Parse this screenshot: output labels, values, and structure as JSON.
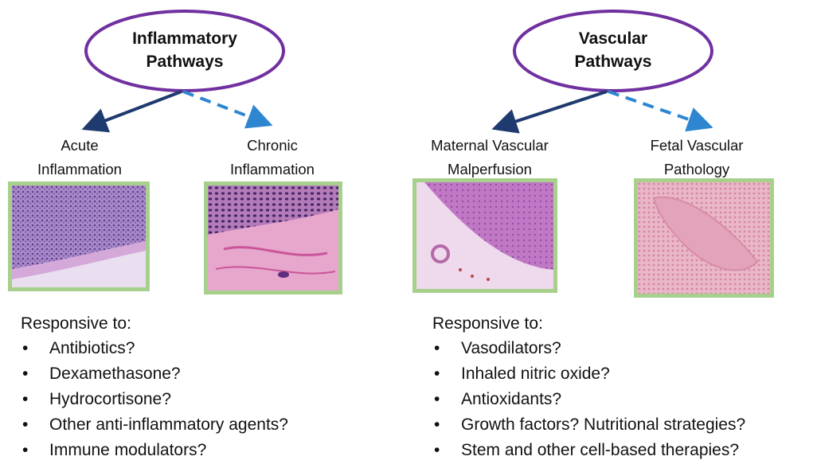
{
  "left": {
    "title_lines": [
      "Inflammatory",
      "Pathways"
    ],
    "branches": [
      {
        "lines": [
          "Acute",
          "Inflammation"
        ]
      },
      {
        "lines": [
          "Chronic",
          "Inflammation"
        ]
      }
    ],
    "responsive_title": "Responsive to:",
    "items": [
      "Antibiotics?",
      "Dexamethasone?",
      "Hydrocortisone?",
      "Other anti-inflammatory agents?",
      "Immune modulators?"
    ]
  },
  "right": {
    "title_lines": [
      "Vascular",
      "Pathways"
    ],
    "branches": [
      {
        "lines": [
          "Maternal Vascular",
          "Malperfusion"
        ]
      },
      {
        "lines": [
          "Fetal Vascular",
          "Pathology"
        ]
      }
    ],
    "responsive_title": "Responsive to:",
    "items": [
      "Vasodilators?",
      "Inhaled nitric oxide?",
      "Antioxidants?",
      "Growth factors? Nutritional strategies?",
      "Stem and other cell-based therapies?"
    ]
  },
  "bullet_char": "•",
  "colors": {
    "ellipse_stroke": "#7030a0",
    "solid_arrow": "#1f3a6e",
    "dashed_arrow": "#2e86d1",
    "image_border": "#a8d08d"
  }
}
